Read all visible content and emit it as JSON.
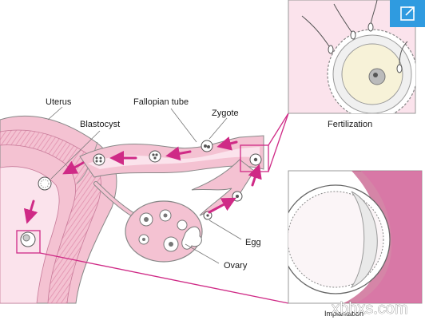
{
  "labels": {
    "uterus": "Uterus",
    "blastocyst": "Blastocyst",
    "fallopian_tube": "Fallopian tube",
    "zygote": "Zygote",
    "egg": "Egg",
    "ovary": "Ovary",
    "fertilization": "Fertilization",
    "implantation": "Implantation"
  },
  "watermark": "xbhxs.com",
  "expand_button": {
    "icon": "expand-icon"
  },
  "colors": {
    "tissue": "#f4c2d2",
    "tissue_dark": "#e59ab5",
    "arrow": "#cf2a86",
    "inset_bg": "#fbe3ec",
    "inset_border": "#999999",
    "button_bg": "#2f9be0"
  }
}
